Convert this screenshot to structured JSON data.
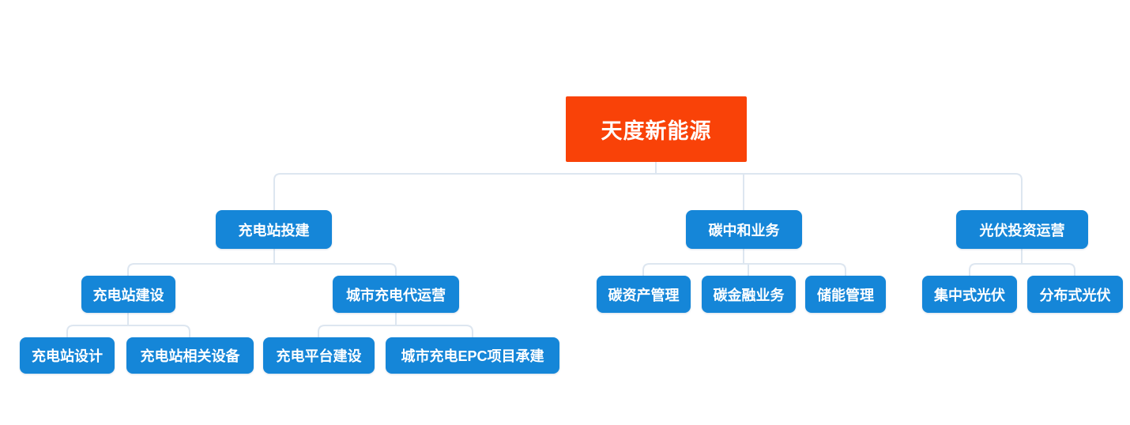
{
  "diagram_type": "org-mindmap",
  "colors": {
    "root_bg": "#f94208",
    "node_bg": "#1586d8",
    "text": "#ffffff",
    "connector": "#dde6f0"
  },
  "tree": {
    "root": {
      "label": "天度新能源"
    },
    "branches": [
      {
        "label": "充电站投建",
        "children": [
          {
            "label": "充电站建设",
            "children": [
              {
                "label": "充电站设计"
              },
              {
                "label": "充电站相关设备"
              }
            ]
          },
          {
            "label": "城市充电代运营",
            "children": [
              {
                "label": "充电平台建设"
              },
              {
                "label": "城市充电EPC项目承建"
              }
            ]
          }
        ]
      },
      {
        "label": "碳中和业务",
        "children": [
          {
            "label": "碳资产管理"
          },
          {
            "label": "碳金融业务"
          },
          {
            "label": "储能管理"
          }
        ]
      },
      {
        "label": "光伏投资运营",
        "children": [
          {
            "label": "集中式光伏"
          },
          {
            "label": "分布式光伏"
          }
        ]
      }
    ]
  }
}
